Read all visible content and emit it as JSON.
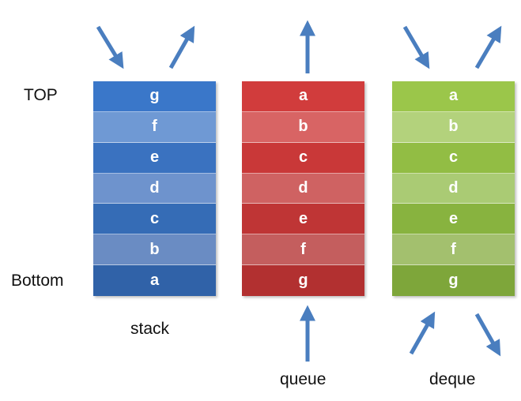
{
  "labels": {
    "top": "TOP",
    "bottom": "Bottom"
  },
  "columns": [
    {
      "name": "stack",
      "caption": "stack",
      "cells": [
        "g",
        "f",
        "e",
        "d",
        "c",
        "b",
        "a"
      ],
      "colors": [
        "#3a77c9",
        "#6f99d4",
        "#3a72c0",
        "#6e93cd",
        "#356cb6",
        "#6a8cc3",
        "#3062a8"
      ]
    },
    {
      "name": "queue",
      "caption": "queue",
      "cells": [
        "a",
        "b",
        "c",
        "d",
        "e",
        "f",
        "g"
      ],
      "colors": [
        "#d13c3c",
        "#d86464",
        "#c93838",
        "#cf6262",
        "#bf3535",
        "#c45e5e",
        "#b23030"
      ]
    },
    {
      "name": "deque",
      "caption": "deque",
      "cells": [
        "a",
        "b",
        "c",
        "d",
        "e",
        "f",
        "g"
      ],
      "colors": [
        "#9bc64a",
        "#b3d27c",
        "#92bd44",
        "#aacb74",
        "#88b33f",
        "#a3c06e",
        "#7ea63a"
      ]
    }
  ],
  "arrow_color": "#4a7ebf"
}
